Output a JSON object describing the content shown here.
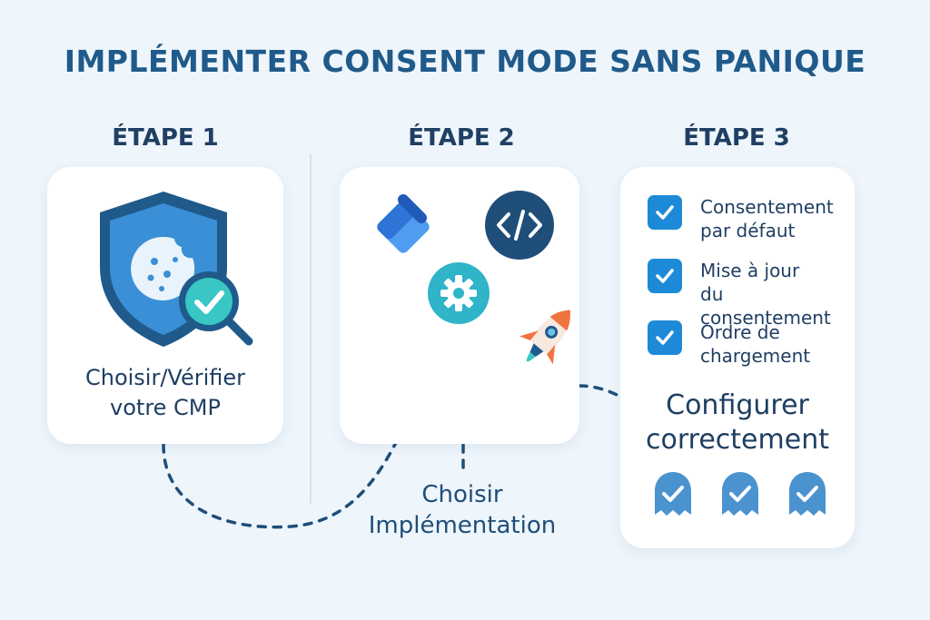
{
  "title": "IMPLÉMENTER CONSENT MODE SANS PANIQUE",
  "steps": [
    {
      "label": "ÉTAPE 1",
      "caption_line1": "Choisir/Vérifier",
      "caption_line2": "votre CMP"
    },
    {
      "label": "ÉTAPE 2",
      "caption_line1": "Choisir",
      "caption_line2": "Implémentation"
    },
    {
      "label": "ÉTAPE 3",
      "caption_line1": "Configurer",
      "caption_line2": "correctement"
    }
  ],
  "checklist": [
    {
      "line1": "Consentement",
      "line2": "par défaut",
      "checked": true
    },
    {
      "line1": "Mise à jour",
      "line2": "du consentement",
      "checked": true
    },
    {
      "line1": "Ordre de",
      "line2": "chargement",
      "checked": true
    }
  ],
  "icons": [
    "shield-cookie-icon",
    "magnifier-check-icon",
    "tag-manager-icon",
    "code-icon",
    "gear-icon",
    "rocket-icon",
    "ghost-check-icon"
  ],
  "colors": {
    "primary": "#1d8ad8",
    "dark": "#1f5a8a",
    "teal": "#2fbfc4",
    "accent": "#f0743f"
  }
}
